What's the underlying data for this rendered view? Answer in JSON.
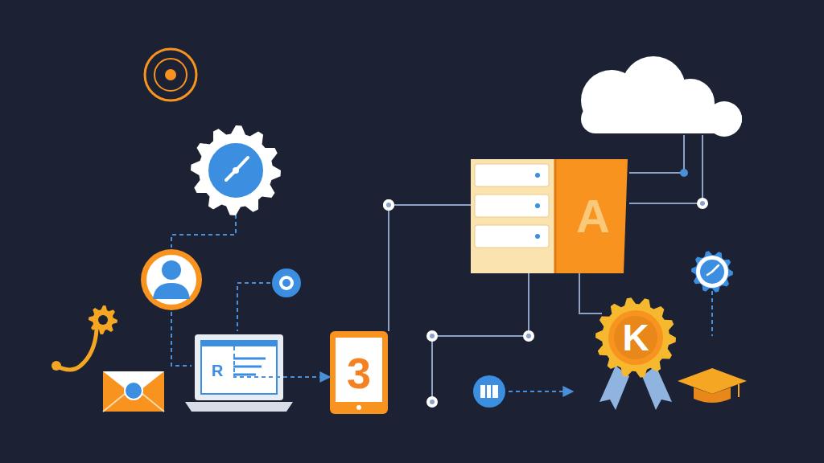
{
  "diagram": {
    "nodes": [
      {
        "text": [
          "R"
        ]
      },
      {
        "text": [
          "3"
        ]
      },
      {
        "text": [
          "A"
        ]
      },
      {
        "text": [
          "K"
        ]
      }
    ],
    "edges": [
      {
        "from": 0,
        "to": 1,
        "arrow": "to"
      },
      {
        "from": 1,
        "to": 2,
        "arrow": "none"
      },
      {
        "from": 2,
        "to": 3,
        "arrow": "none"
      }
    ]
  }
}
